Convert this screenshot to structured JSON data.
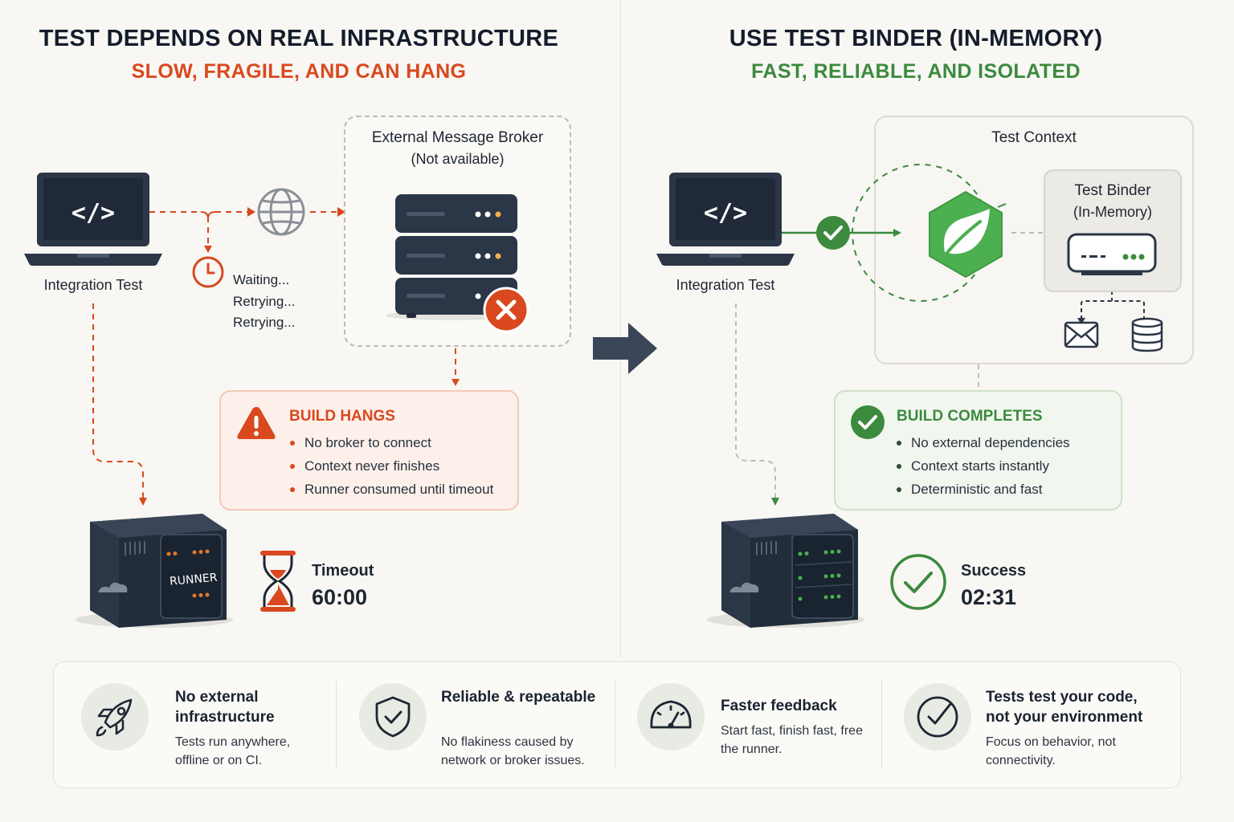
{
  "left": {
    "title": "TEST DEPENDS ON REAL INFRASTRUCTURE",
    "subtitle": "SLOW, FRAGILE, AND CAN HANG",
    "laptop_label": "Integration Test",
    "status_lines": [
      "Waiting...",
      "Retrying...",
      "Retrying..."
    ],
    "broker_title": "External Message Broker",
    "broker_status": "(Not available)",
    "alert": {
      "title": "BUILD HANGS",
      "items": [
        "No broker to connect",
        "Context never finishes",
        "Runner consumed until timeout"
      ]
    },
    "runner_text": "RUNNER",
    "result_label": "Timeout",
    "result_time": "60:00"
  },
  "right": {
    "title": "USE TEST BINDER (IN-MEMORY)",
    "subtitle": "FAST, RELIABLE, AND ISOLATED",
    "laptop_label": "Integration Test",
    "context_title": "Test Context",
    "binder_title": "Test Binder",
    "binder_sub": "(In-Memory)",
    "alert": {
      "title": "BUILD COMPLETES",
      "items": [
        "No external dependencies",
        "Context starts instantly",
        "Deterministic and fast"
      ]
    },
    "result_label": "Success",
    "result_time": "02:31"
  },
  "features": [
    {
      "icon": "rocket-icon",
      "title": "No external infrastructure",
      "desc": "Tests run anywhere, offline or on CI."
    },
    {
      "icon": "shield-check-icon",
      "title": "Reliable & repeatable",
      "desc": "No flakiness caused by network or broker issues."
    },
    {
      "icon": "speedometer-icon",
      "title": "Faster feedback",
      "desc": "Start fast, finish fast, free the runner."
    },
    {
      "icon": "check-circle-icon",
      "title": "Tests test your code, not your environment",
      "desc": "Focus on behavior, not connectivity."
    }
  ],
  "colors": {
    "red": "#d9481e",
    "green": "#3b8a3e",
    "navy": "#2b3646"
  }
}
